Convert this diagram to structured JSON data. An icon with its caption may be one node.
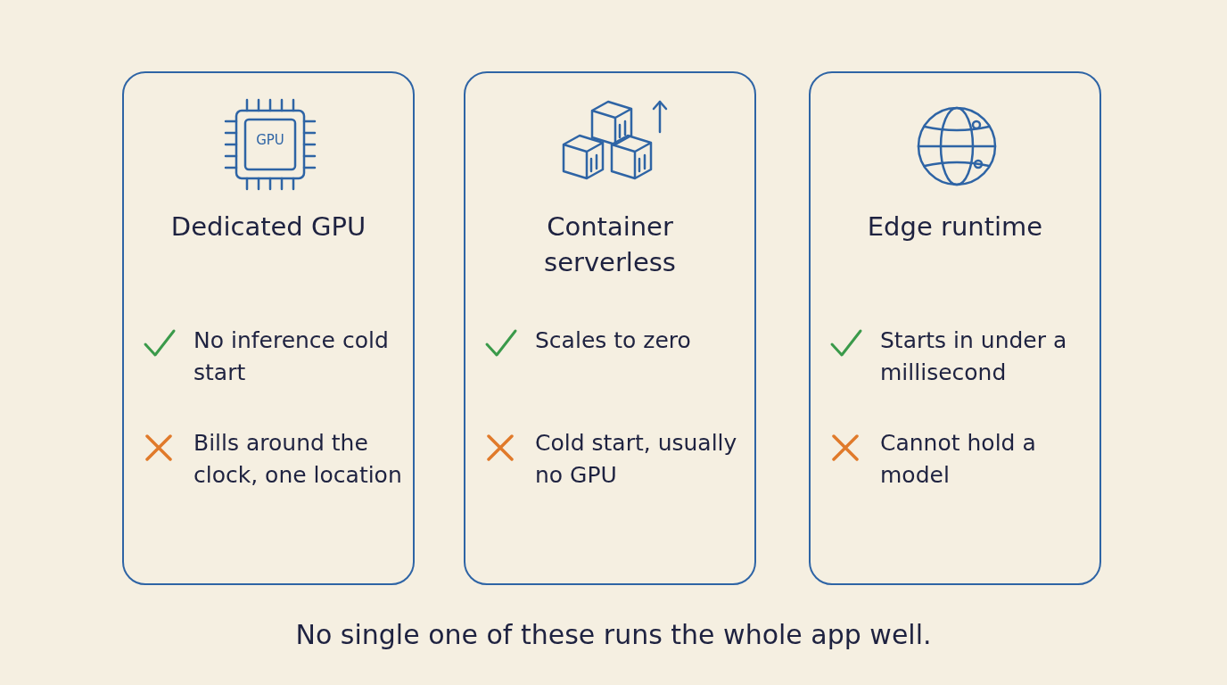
{
  "diagram": {
    "caption": "No single one of these runs the whole app well.",
    "nodes": [
      {
        "text": [
          "Dedicated GPU",
          "No inference cold start",
          "Bills around the clock, one location"
        ]
      },
      {
        "text": [
          "Container serverless",
          "Scales to zero",
          "Cold start, usually no GPU"
        ]
      },
      {
        "text": [
          "Edge runtime",
          "Starts in under a millisecond",
          "Cannot hold a model"
        ]
      }
    ],
    "labels": [
      "GPU"
    ]
  }
}
